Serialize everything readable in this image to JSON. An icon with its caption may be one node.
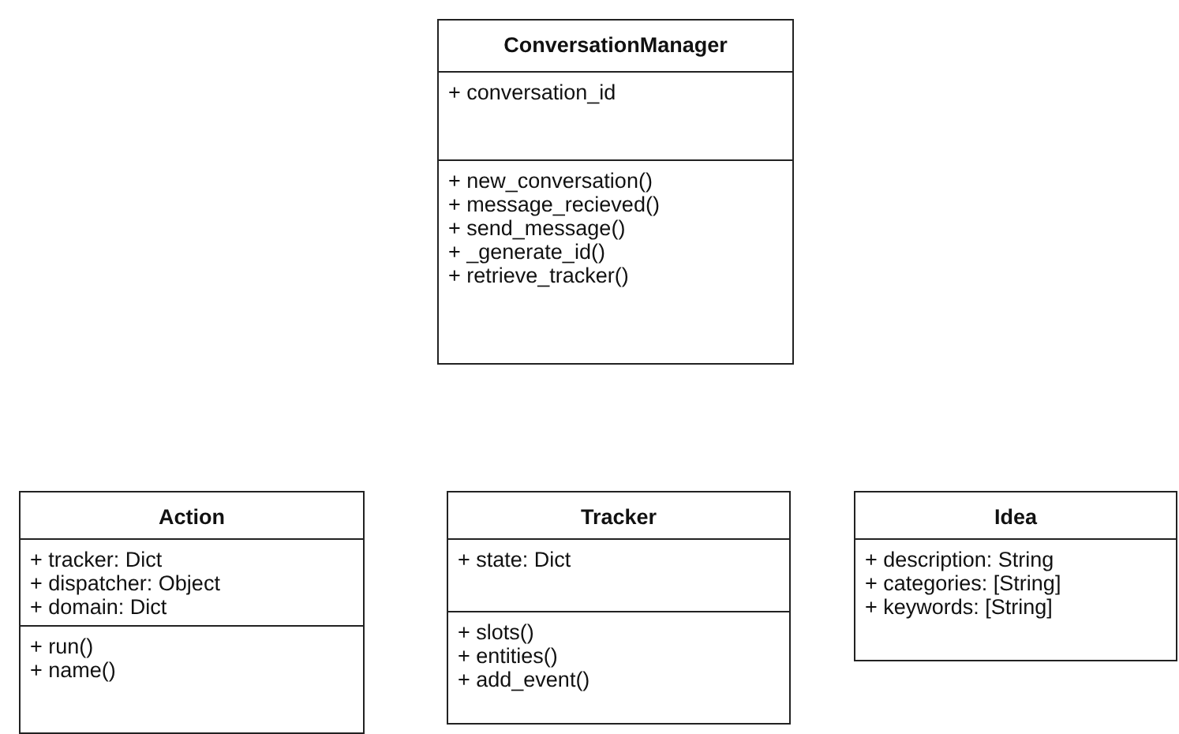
{
  "diagram": {
    "nodes": [
      {
        "text": [
          "ConversationManager",
          "+ conversation_id",
          "+ new_conversation()",
          "+ message_recieved()",
          "+ send_message()",
          "+ _generate_id()",
          "+ retrieve_tracker()"
        ]
      },
      {
        "text": [
          "Action",
          "+ tracker: Dict",
          "+ dispatcher: Object",
          "+ domain: Dict",
          "+ run()",
          "+ name()"
        ]
      },
      {
        "text": [
          "Tracker",
          "+ state: Dict",
          "+ slots()",
          "+ entities()",
          "+ add_event()"
        ]
      },
      {
        "text": [
          "Idea",
          "+ description: String",
          "+ categories: [String]",
          "+ keywords: [String]"
        ]
      }
    ],
    "edges": []
  }
}
